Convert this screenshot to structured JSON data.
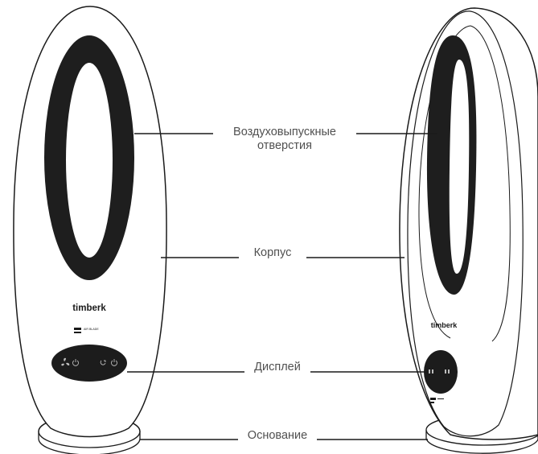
{
  "labels": {
    "vents_line1": "Воздуховыпускные",
    "vents_line2": "отверстия",
    "body": "Корпус",
    "display": "Дисплей",
    "base": "Основание"
  },
  "front": {
    "brand": "timberk",
    "model_badge": "AIR BLADE"
  },
  "side": {
    "brand": "timberk"
  },
  "colors": {
    "outline": "#1a1a1a",
    "ring": "#1e1e1e",
    "display_panel": "#1c1c1c",
    "text": "#505050"
  }
}
